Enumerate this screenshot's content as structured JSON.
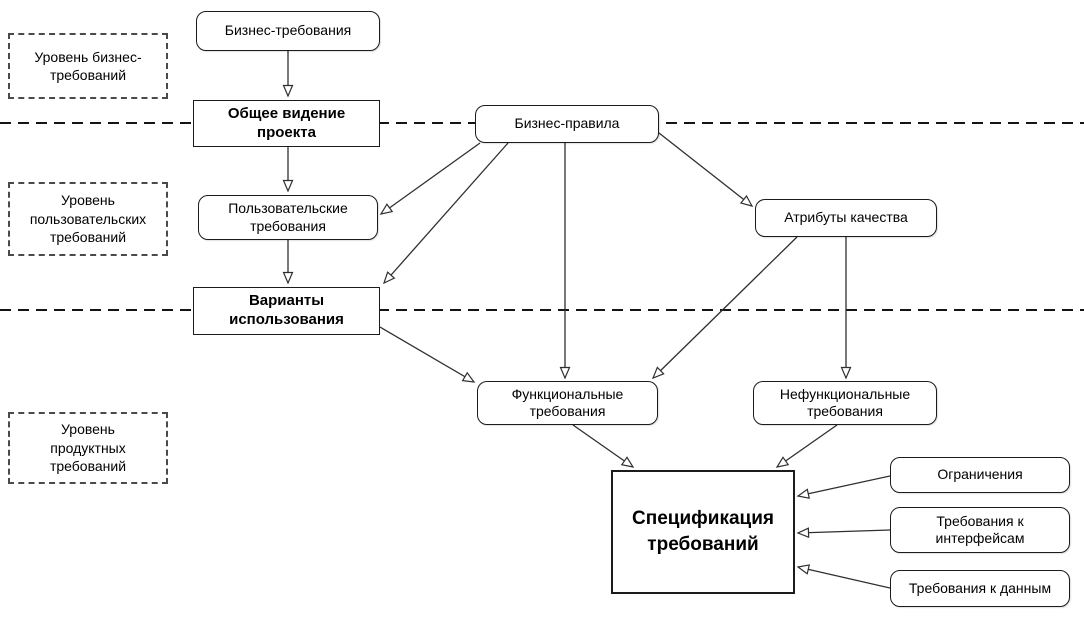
{
  "diagram": {
    "levels": [
      {
        "label": "Уровень бизнес-требований"
      },
      {
        "label": "Уровень пользовательских требований"
      },
      {
        "label": "Уровень продуктных требований"
      }
    ],
    "nodes": {
      "business_requirements": {
        "label": "Бизнес-требования",
        "shape": "rounded"
      },
      "project_vision": {
        "label": "Общее видение проекта",
        "shape": "rectangle",
        "emphasis": "bold"
      },
      "business_rules": {
        "label": "Бизнес-правила",
        "shape": "rounded"
      },
      "user_requirements": {
        "label": "Пользовательские требования",
        "shape": "rounded"
      },
      "quality_attributes": {
        "label": "Атрибуты качества",
        "shape": "rounded"
      },
      "use_cases": {
        "label": "Варианты использования",
        "shape": "rectangle",
        "emphasis": "bold"
      },
      "functional_requirements": {
        "label": "Функциональные требования",
        "shape": "rounded"
      },
      "nonfunctional_requirements": {
        "label": "Нефункциональные требования",
        "shape": "rounded"
      },
      "requirements_specification": {
        "label": "Спецификация требований",
        "shape": "rectangle",
        "emphasis": "bold"
      },
      "constraints": {
        "label": "Ограничения",
        "shape": "rounded"
      },
      "interface_requirements": {
        "label": "Требования к интерфейсам",
        "shape": "rounded"
      },
      "data_requirements": {
        "label": "Требования к данным",
        "shape": "rounded"
      }
    },
    "edges": [
      {
        "from": "business_requirements",
        "to": "project_vision"
      },
      {
        "from": "project_vision",
        "to": "user_requirements"
      },
      {
        "from": "user_requirements",
        "to": "use_cases"
      },
      {
        "from": "business_rules",
        "to": "user_requirements"
      },
      {
        "from": "business_rules",
        "to": "use_cases"
      },
      {
        "from": "business_rules",
        "to": "functional_requirements"
      },
      {
        "from": "business_rules",
        "to": "quality_attributes"
      },
      {
        "from": "quality_attributes",
        "to": "functional_requirements"
      },
      {
        "from": "quality_attributes",
        "to": "nonfunctional_requirements"
      },
      {
        "from": "use_cases",
        "to": "functional_requirements"
      },
      {
        "from": "functional_requirements",
        "to": "requirements_specification"
      },
      {
        "from": "nonfunctional_requirements",
        "to": "requirements_specification"
      },
      {
        "from": "constraints",
        "to": "requirements_specification"
      },
      {
        "from": "interface_requirements",
        "to": "requirements_specification"
      },
      {
        "from": "data_requirements",
        "to": "requirements_specification"
      }
    ],
    "colors": {
      "background": "#ffffff",
      "node_border": "#1b1b1b",
      "node_fill": "#ffffff",
      "connector": "#2f2f2f",
      "text": "#000000"
    }
  }
}
